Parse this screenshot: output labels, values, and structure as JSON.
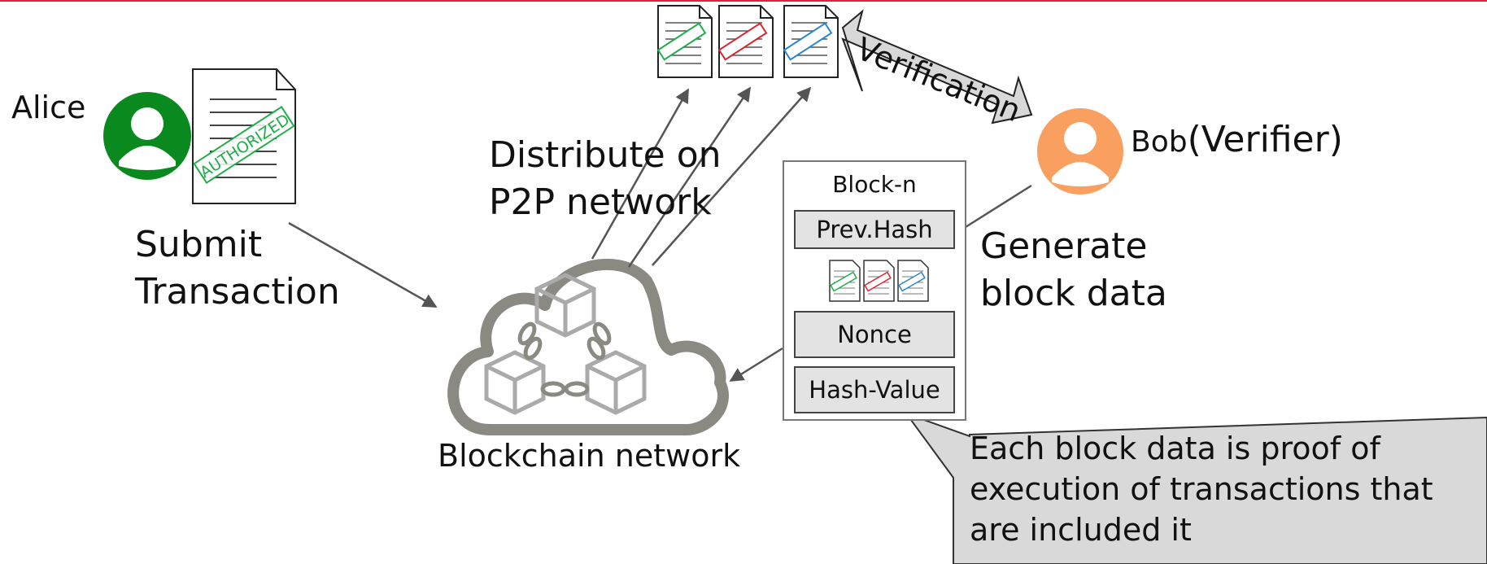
{
  "labels": {
    "alice": "Alice",
    "bob": "Bob",
    "verifier": "(Verifier)",
    "submit_line1": "Submit",
    "submit_line2": "Transaction",
    "distribute_line1": "Distribute on",
    "distribute_line2": "P2P network",
    "generate_line1": "Generate",
    "generate_line2": "block data",
    "blockchain_network": "Blockchain network",
    "verification": "Verification",
    "stamp": "AUTHORIZED"
  },
  "block": {
    "title": "Block-n",
    "prev_hash": "Prev.Hash",
    "nonce": "Nonce",
    "hash_value": "Hash-Value"
  },
  "callout": {
    "line1": "Each block data is proof of",
    "line2": "execution of transactions that",
    "line3": "are included it"
  },
  "colors": {
    "alice": "#0a8a1e",
    "bob": "#f9a060",
    "stamp_green": "#1fae4b",
    "stamp_red": "#d8262e",
    "stamp_blue": "#2a86d0",
    "network_gray": "#8a8a82",
    "top_bar": "#e0233a"
  }
}
